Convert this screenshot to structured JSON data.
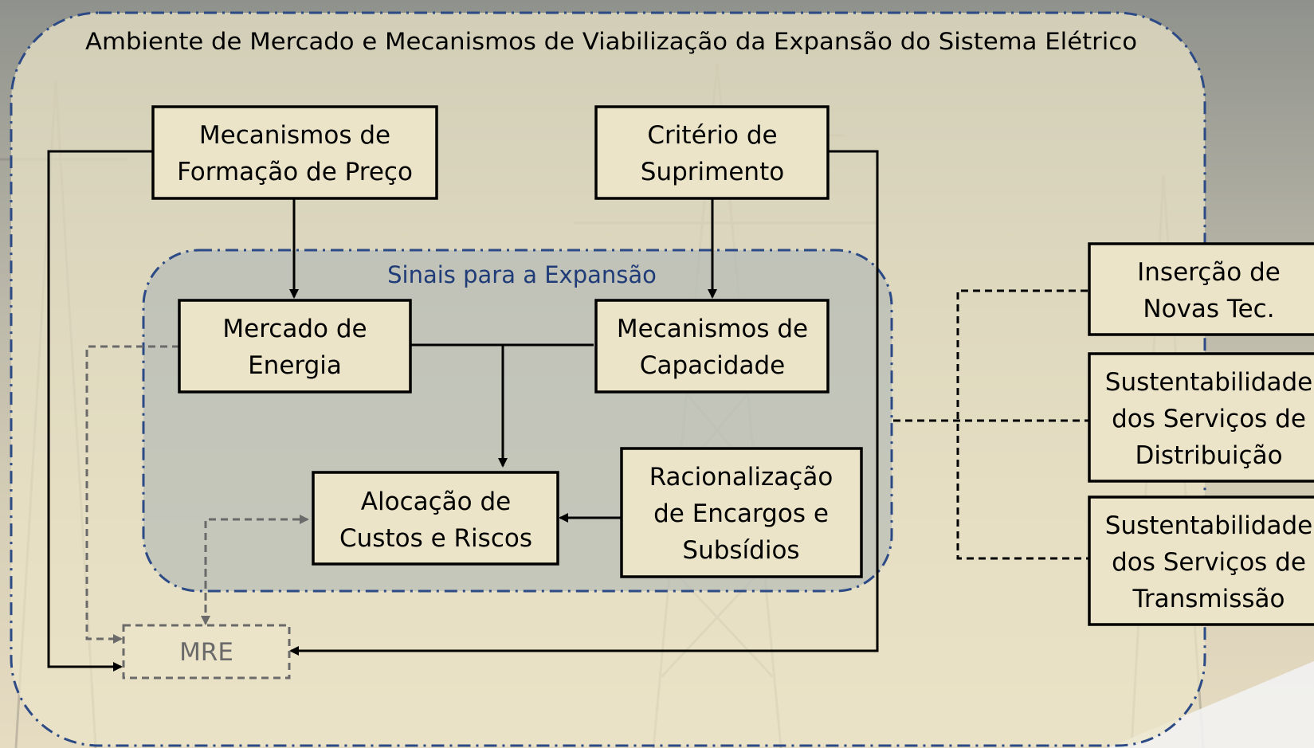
{
  "outer_title": "Ambiente de Mercado e Mecanismos de Viabilização da Expansão do Sistema Elétrico",
  "inner_title": "Sinais para a Expansão",
  "boxes": {
    "formacao_preco": [
      "Mecanismos de",
      "Formação de Preço"
    ],
    "criterio_suprimento": [
      "Critério de",
      "Suprimento"
    ],
    "mercado_energia": [
      "Mercado de",
      "Energia"
    ],
    "mecanismos_capacidade": [
      "Mecanismos de",
      "Capacidade"
    ],
    "alocacao_custos": [
      "Alocação de",
      "Custos e Riscos"
    ],
    "racionalizacao": [
      "Racionalização",
      "de Encargos e",
      "Subsídios"
    ],
    "mre": "MRE",
    "novas_tec": [
      "Inserção de",
      "Novas Tec."
    ],
    "sust_distribuicao": [
      "Sustentabilidade",
      "dos Serviços de",
      "Distribuição"
    ],
    "sust_transmissao": [
      "Sustentabilidade",
      "dos Serviços de",
      "Transmissão"
    ]
  },
  "colors": {
    "outer_fill": "#ece4c8",
    "inner_fill": "#aab2b4",
    "border_dashdot": "#2c4a86",
    "inner_title": "#1f3c78",
    "box_fill": "#ece4c8",
    "box_stroke": "#000000",
    "mre_stroke": "#6a6a6a"
  }
}
